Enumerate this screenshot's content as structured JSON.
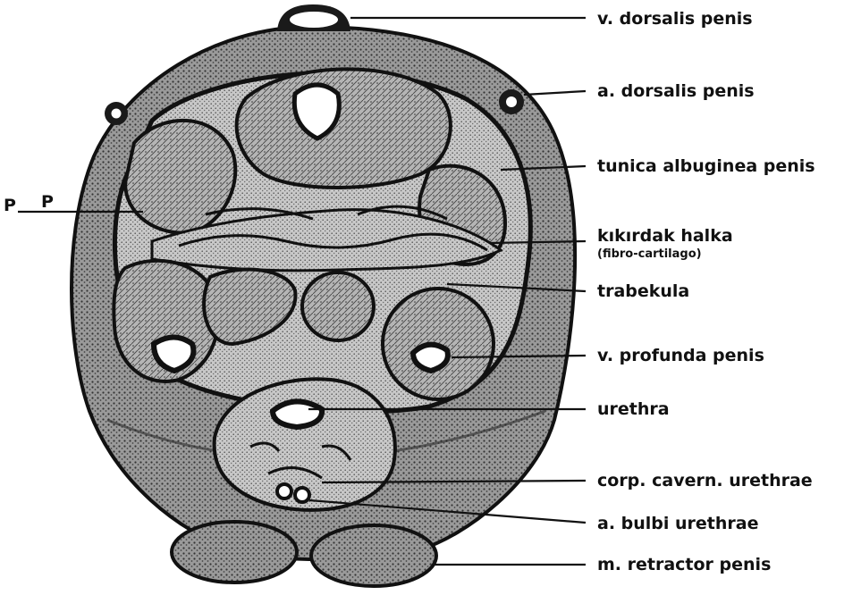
{
  "figure": {
    "labels": {
      "v_dorsalis": "v. dorsalis penis",
      "a_dorsalis": "a. dorsalis penis",
      "tunica": "tunica albuginea penis",
      "kikirdak": "kıkırdak halka",
      "kikirdak_sub": "(fibro-cartilago)",
      "trabekula": "trabekula",
      "v_profunda": "v. profunda penis",
      "urethra": "urethra",
      "corp_cavern": "corp. cavern. urethrae",
      "a_bulbi": "a. bulbi urethrae",
      "m_retractor": "m. retractor penis",
      "pp_left": "P",
      "pp_right": "P"
    }
  },
  "colors": {
    "ink": "#111111",
    "tissue": "#8a8a8a",
    "tissue_dark": "#3a3a3a",
    "background": "#ffffff"
  }
}
